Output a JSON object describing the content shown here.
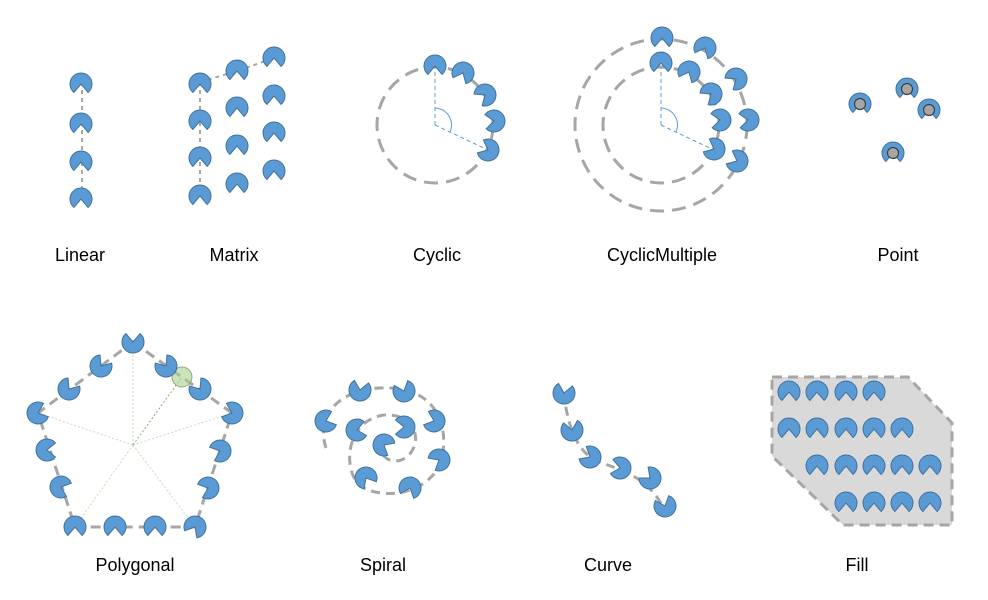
{
  "labels": {
    "linear": "Linear",
    "matrix": "Matrix",
    "cyclic": "Cyclic",
    "cyclic_multiple": "CyclicMultiple",
    "point": "Point",
    "polygonal": "Polygonal",
    "spiral": "Spiral",
    "curve": "Curve",
    "fill": "Fill"
  },
  "colors": {
    "marker_fill": "#5B9BD5",
    "marker_stroke": "#41719C",
    "path_dash": "#A6A6A6",
    "angle_line": "#5B9BD5",
    "fill_region": "#D9D9D9",
    "highlight": "#A9D18E",
    "point_center": "#A6A6A6"
  },
  "icons": {
    "marker": "pacman-marker-icon",
    "point_marker": "pacman-with-dot-icon"
  }
}
